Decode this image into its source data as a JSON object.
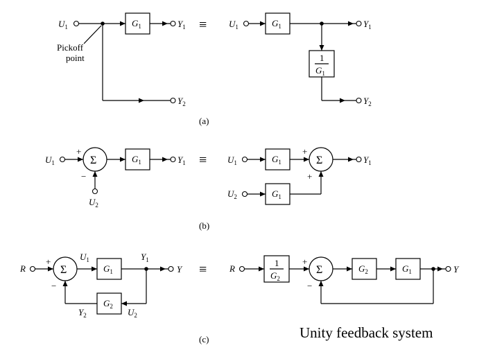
{
  "labels": {
    "U": "U",
    "Y": "Y",
    "R": "R",
    "G": "G",
    "one": "1",
    "two": "2",
    "plus": "+",
    "minus": "−",
    "sigma": "Σ",
    "equiv": "≡",
    "pickoff_line1": "Pickoff",
    "pickoff_line2": "point"
  },
  "captions": {
    "a": "(a)",
    "b": "(b)",
    "c": "(c)"
  },
  "note": "Unity feedback system"
}
